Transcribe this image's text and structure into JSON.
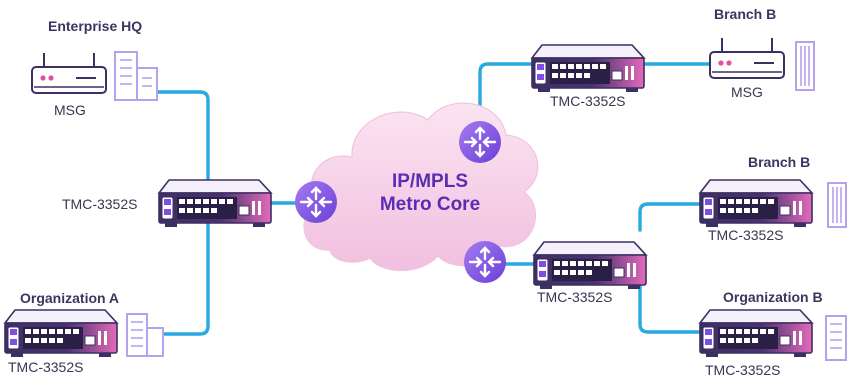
{
  "sites": {
    "enterprise_hq": "Enterprise HQ",
    "branch_b_top": "Branch B",
    "branch_b_right": "Branch B",
    "organization_a": "Organization A",
    "organization_b": "Organization B"
  },
  "devices": {
    "msg_hq": "MSG",
    "msg_branch": "MSG",
    "tmc_left": "TMC-3352S",
    "tmc_top": "TMC-3352S",
    "tmc_mid": "TMC-3352S",
    "tmc_branch": "TMC-3352S",
    "tmc_org_a": "TMC-3352S",
    "tmc_org_b": "TMC-3352S"
  },
  "cloud": {
    "line1": "IP/MPLS",
    "line2": "Metro Core"
  },
  "icons": {
    "router": "router-icon",
    "switch": "switch-icon",
    "modem": "modem-icon",
    "building": "building-icon",
    "cloud": "cloud-icon"
  },
  "colors": {
    "link": "#29a9e0",
    "router": "#7e4fe0",
    "switch_body": "#3c2f63",
    "switch_pink": "#d95fb4",
    "building": "#b5a2ee",
    "cloud_fill": "#f6cde6",
    "cloud_text": "#5a2db3"
  }
}
